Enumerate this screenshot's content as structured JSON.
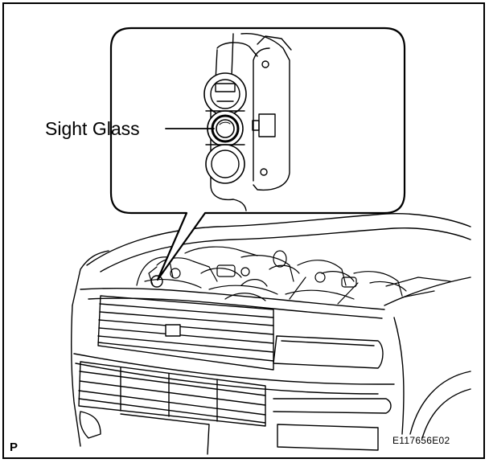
{
  "figure": {
    "callout_label": "Sight Glass",
    "corner_mark": "P",
    "figure_code": "E117656E02"
  },
  "colors": {
    "line": "#000000",
    "background": "#ffffff"
  }
}
